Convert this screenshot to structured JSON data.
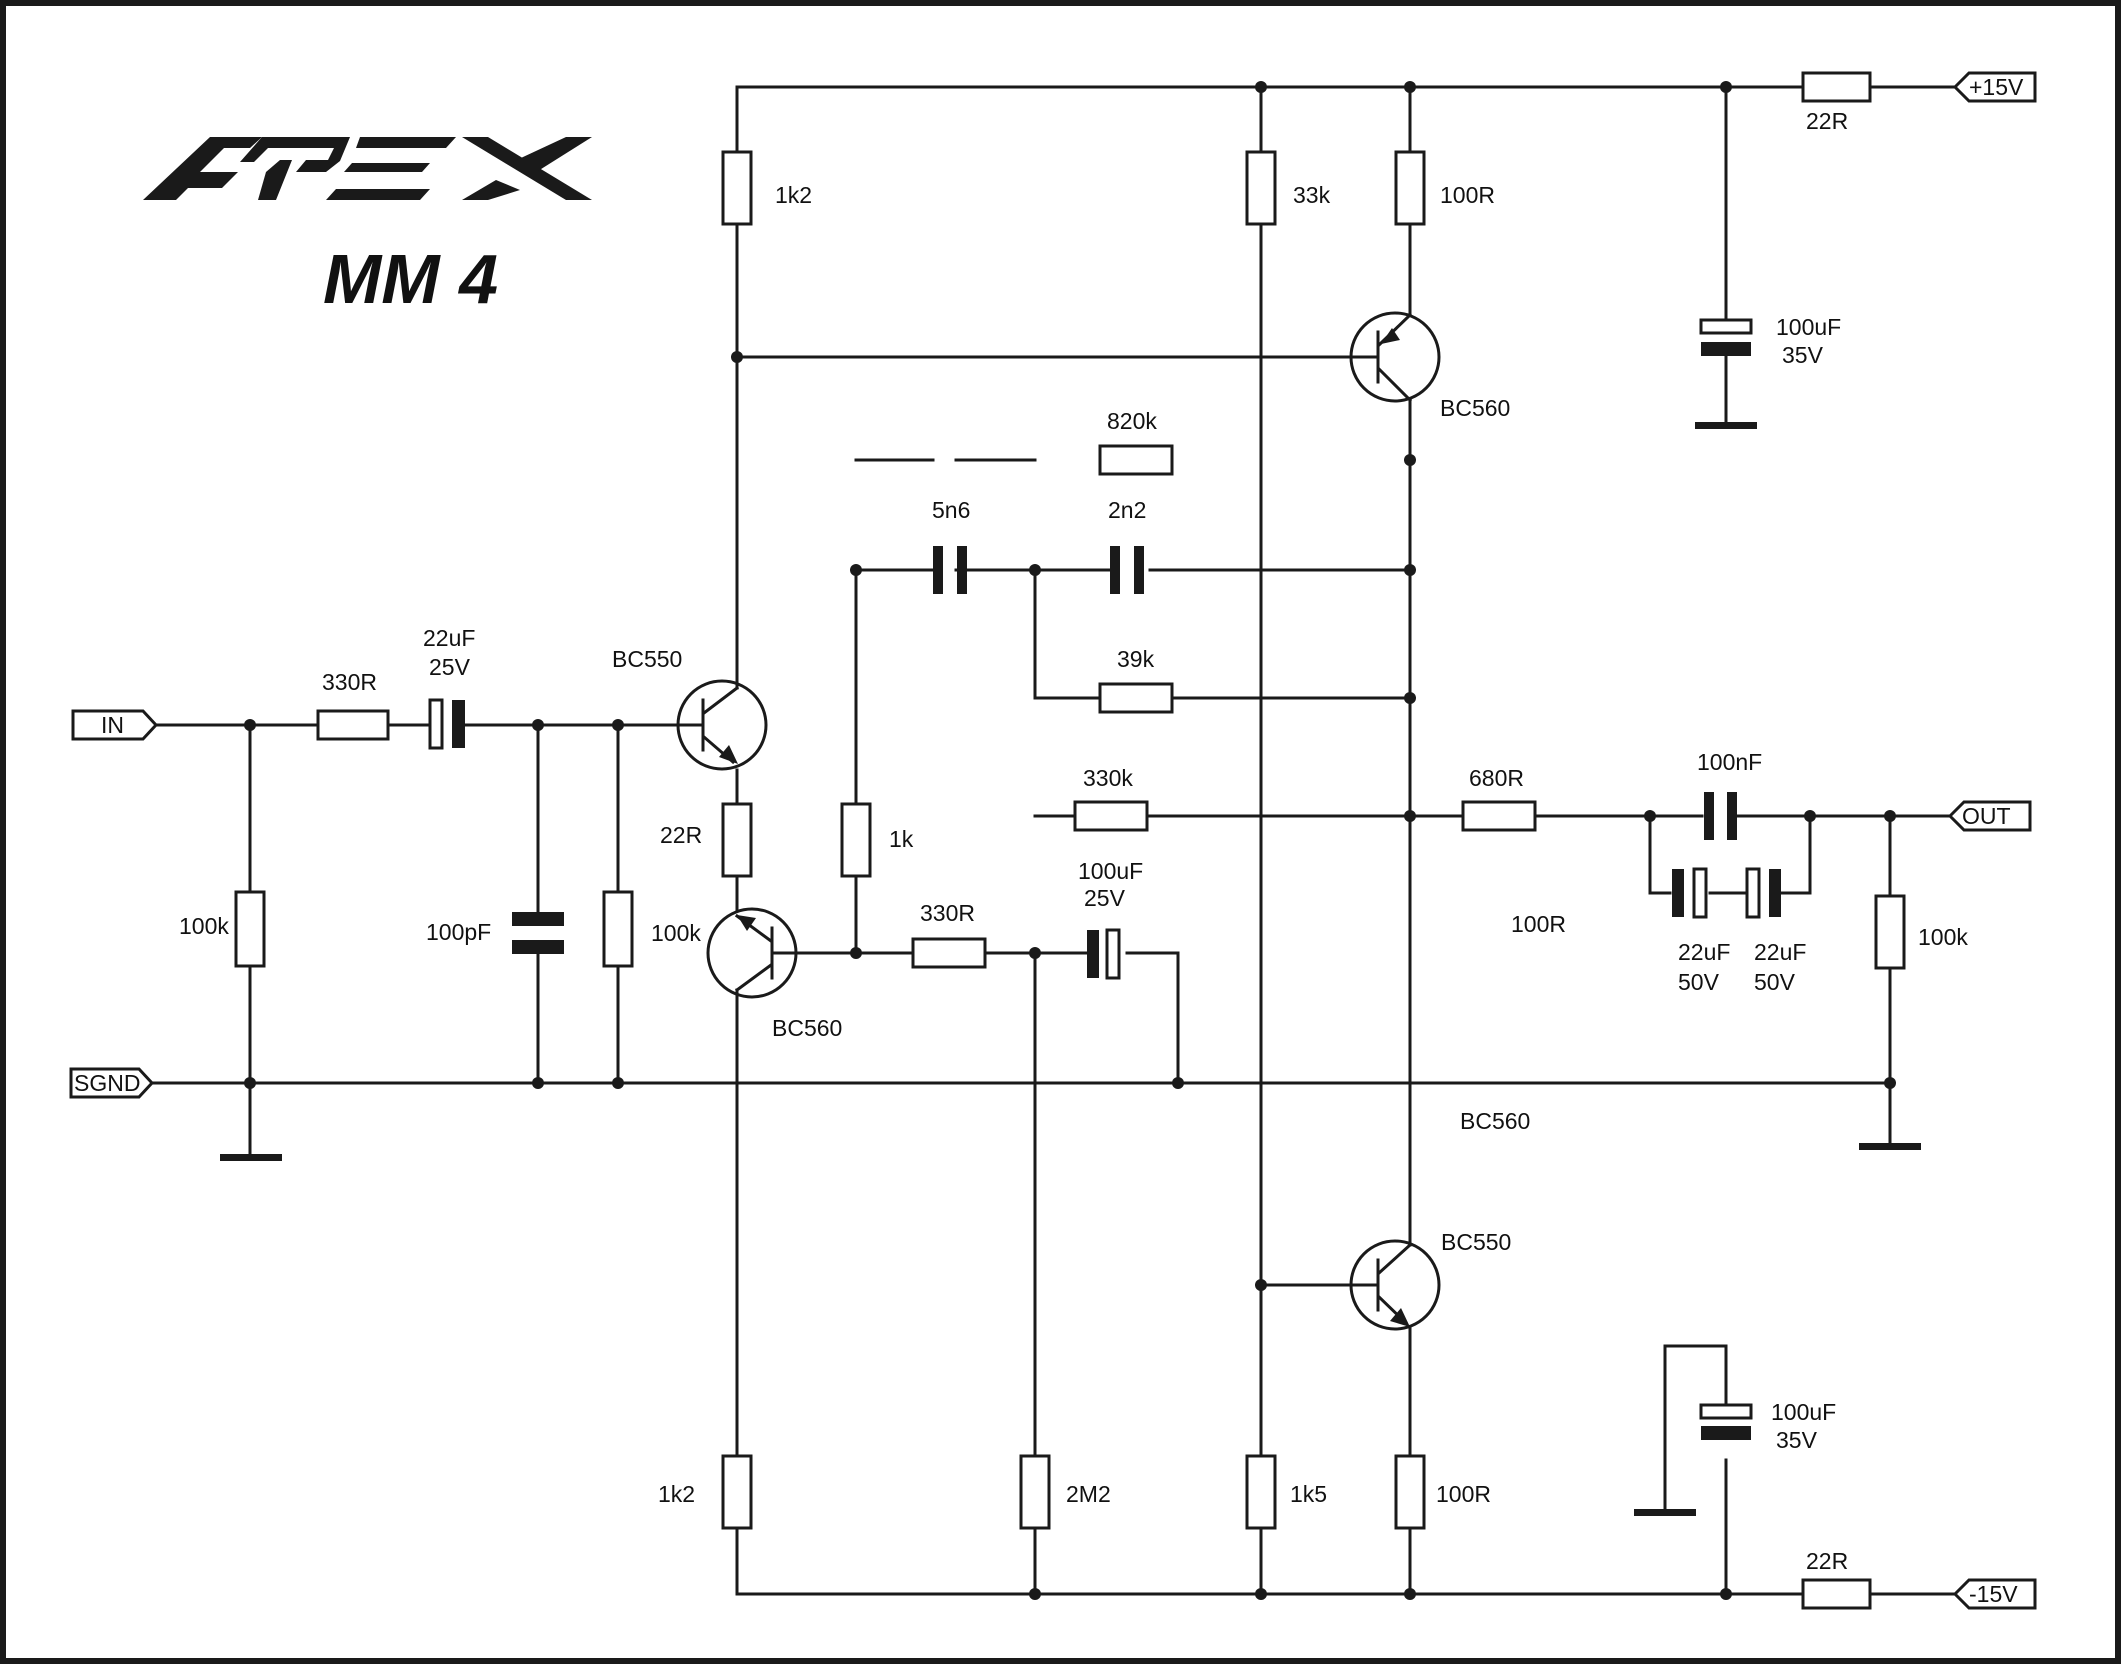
{
  "title": {
    "brand": "APEX",
    "model": "MM 4"
  },
  "ports": {
    "in": "IN",
    "sgnd": "SGND",
    "out": "OUT",
    "vpos": "+15V",
    "vneg": "-15V"
  },
  "resistors": {
    "r_in": "330R",
    "r_in_shunt": "100k",
    "r_base_shunt": "100k",
    "r_emit_q1": "22R",
    "r_top_q1": "1k2",
    "r_bot_q1": "1k2",
    "r_fb_1k": "1k",
    "r_330_mid": "330R",
    "r_2m2": "2M2",
    "r_330k": "330k",
    "r_820k": "820k",
    "r_39k": "39k",
    "r_33k": "33k",
    "r_1k5": "1k5",
    "r_100r_top": "100R",
    "r_100r_bot": "100R",
    "r_680r": "680R",
    "r_out_shunt": "100k",
    "r_100r_mid": "100R",
    "r_supply_pos": "22R",
    "r_supply_neg": "22R"
  },
  "capacitors": {
    "c_in_value": "22uF",
    "c_in_voltage": "25V",
    "c_100pf": "100pF",
    "c_5n6": "5n6",
    "c_2n2": "2n2",
    "c_100uf_mid_value": "100uF",
    "c_100uf_mid_voltage": "25V",
    "c_out_film": "100nF",
    "c_out_a_value": "22uF",
    "c_out_a_voltage": "50V",
    "c_out_b_value": "22uF",
    "c_out_b_voltage": "50V",
    "c_supply_pos_value": "100uF",
    "c_supply_pos_voltage": "35V",
    "c_supply_neg_value": "100uF",
    "c_supply_neg_voltage": "35V"
  },
  "transistors": {
    "q1": "BC550",
    "q2": "BC560",
    "q3": "BC560",
    "q4": "BC550",
    "label_mid": "BC560"
  }
}
